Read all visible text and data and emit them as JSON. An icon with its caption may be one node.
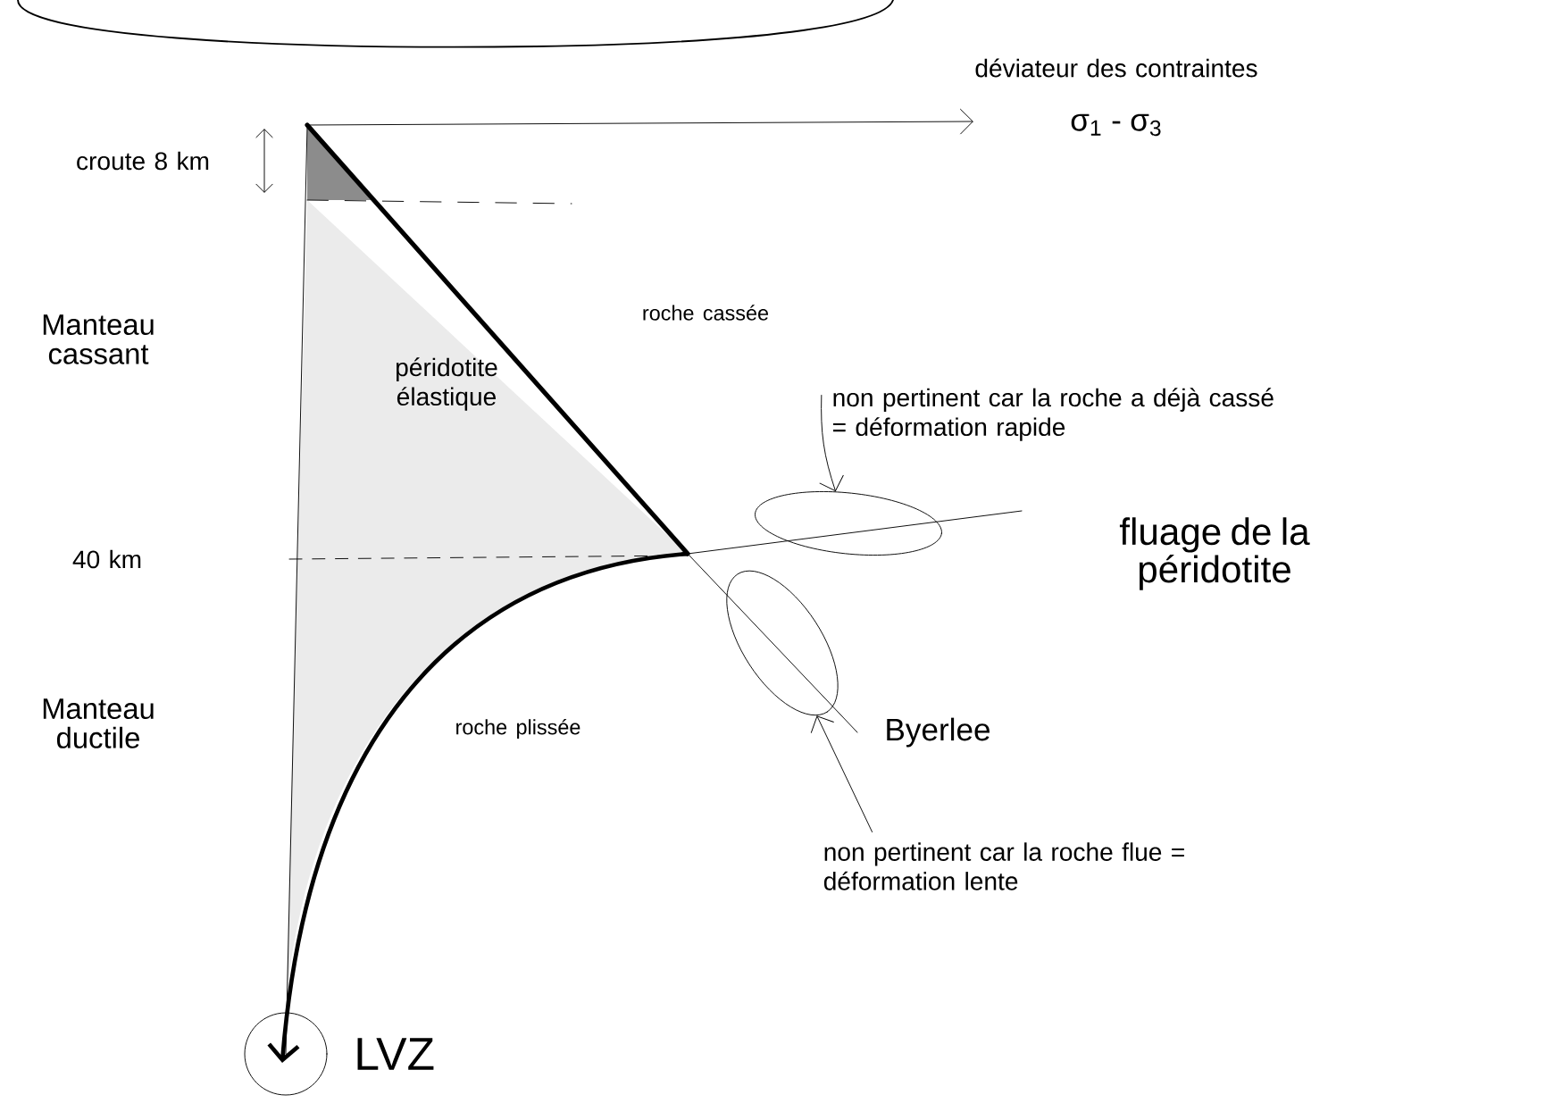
{
  "diagram": {
    "nodes": [
      {
        "text": [
          "non pertinent car la roche a déjà cassé = déformation rapide"
        ]
      },
      {
        "text": [],
        "shape": "ellipse"
      },
      {
        "text": [],
        "shape": "ellipse"
      },
      {
        "text": [
          "non pertinent car la roche flue = déformation lente"
        ]
      },
      {
        "text": [],
        "shape": "circle",
        "beside": [
          "LVZ"
        ]
      }
    ],
    "edges": [
      {
        "from": 0,
        "to": 1,
        "arrow": "to"
      },
      {
        "from": 3,
        "to": 2,
        "arrow": "to"
      }
    ],
    "labels": [
      "déviateur des contraintes",
      "σ$_{1}$ - σ$_{3}$",
      "croute 8 km",
      "Manteau cassant",
      "roche cassée",
      "péridotite élastique",
      "fluage de la péridotite",
      "40 km",
      "Manteau ductile",
      "roche plissée",
      "Byerlee"
    ]
  }
}
